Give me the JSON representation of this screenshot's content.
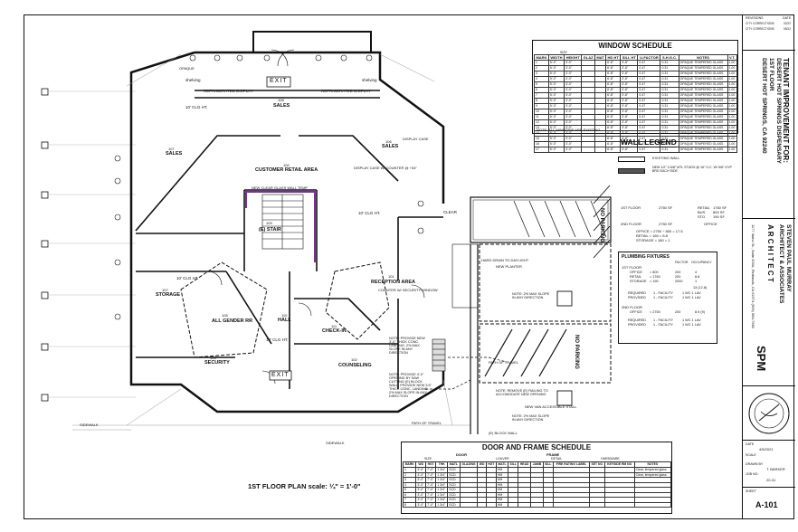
{
  "sheet": {
    "number_label": "SHEET",
    "number": "A-101",
    "plan_title": "1ST FLOOR PLAN scale: ¼\" = 1'-0\""
  },
  "titleblock": {
    "revisions_label": "REVISIONS",
    "date_label": "DATE",
    "revisions": [
      {
        "desc": "CITY CORRECTIONS",
        "date": "02/22"
      },
      {
        "desc": "CITY CORRECTIONS",
        "date": "05/22"
      }
    ],
    "project_line1": "TENANT IMPROVEMENT FOR:",
    "project_line2": "DESERT HOT SPRINGS DISPENSARY",
    "project_line3": "1ST FLOOR",
    "project_line4": "DESERT HOT SPRINGS, CA  92240",
    "architect_line1": "STEVEN PAUL MURRAY",
    "architect_line2": "ARCHITECT & ASSOCIATES",
    "architect_line3": "A R C H I T E C T",
    "architect_line4": "1177 Idaho St., Suite 200A, Redlands, CA 92374  (909) 584-7960",
    "logo_text": "SPM",
    "date_label2": "DATE",
    "date_value": "4/5/2021",
    "scale_label": "SCALE",
    "drawn_label": "DRAWN BY",
    "drawn_value": "T. BARKER",
    "job_label": "JOB NO.",
    "job_value": "20-31"
  },
  "window_schedule": {
    "title": "WINDOW SCHEDULE",
    "headers": [
      "MARK",
      "WIDTH",
      "HEIGHT",
      "GLAZ",
      "MAT",
      "HD HT",
      "SILL HT",
      "U-FACTOR",
      "S.H.G.C.",
      "NOTES",
      "V.T."
    ],
    "size_label": "SIZE",
    "note": "NOTE: ALL WINDOWS ARE EXISTING.",
    "rows": [
      [
        "1",
        "5'-0\"",
        "3'-0\"",
        "",
        "",
        "6'-8\"",
        "3'-8\"",
        "0.47",
        "0.31",
        "OPAQUE TEMPERED GLASS",
        "1.00"
      ],
      [
        "2",
        "5'-0\"",
        "3'-0\"",
        "",
        "",
        "6'-8\"",
        "3'-8\"",
        "0.47",
        "0.31",
        "OPAQUE TEMPERED GLASS",
        "1.00"
      ],
      [
        "3",
        "5'-0\"",
        "3'-0\"",
        "",
        "",
        "6'-8\"",
        "3'-8\"",
        "0.47",
        "0.31",
        "OPAQUE TEMPERED GLASS",
        "1.00"
      ],
      [
        "4",
        "5'-0\"",
        "3'-0\"",
        "",
        "",
        "6'-8\"",
        "3'-8\"",
        "0.47",
        "0.31",
        "OPAQUE TEMPERED GLASS",
        "1.00"
      ],
      [
        "5",
        "5'-0\"",
        "3'-0\"",
        "",
        "",
        "6'-8\"",
        "3'-8\"",
        "0.47",
        "0.31",
        "OPAQUE TEMPERED GLASS",
        "1.00"
      ],
      [
        "6",
        "5'-0\"",
        "3'-0\"",
        "",
        "",
        "6'-8\"",
        "3'-8\"",
        "0.47",
        "0.31",
        "OPAQUE TEMPERED GLASS",
        "1.00"
      ],
      [
        "7",
        "5'-0\"",
        "3'-0\"",
        "",
        "",
        "6'-8\"",
        "3'-8\"",
        "0.47",
        "0.31",
        "OPAQUE TEMPERED GLASS",
        "1.00"
      ],
      [
        "8",
        "5'-0\"",
        "3'-0\"",
        "",
        "",
        "6'-8\"",
        "3'-8\"",
        "0.47",
        "0.31",
        "OPAQUE TEMPERED GLASS",
        "1.00"
      ],
      [
        "9",
        "5'-0\"",
        "3'-0\"",
        "",
        "",
        "6'-8\"",
        "3'-8\"",
        "0.47",
        "0.31",
        "OPAQUE TEMPERED GLASS",
        "1.00"
      ],
      [
        "10",
        "5'-0\"",
        "3'-0\"",
        "",
        "",
        "6'-8\"",
        "3'-8\"",
        "0.47",
        "0.31",
        "OPAQUE TEMPERED GLASS",
        "1.00"
      ],
      [
        "11",
        "5'-0\"",
        "3'-0\"",
        "",
        "",
        "6'-8\"",
        "3'-8\"",
        "0.47",
        "0.31",
        "OPAQUE TEMPERED GLASS",
        "1.00"
      ],
      [
        "12",
        "5'-0\"",
        "3'-0\"",
        "",
        "",
        "6'-8\"",
        "3'-8\"",
        "0.47",
        "0.31",
        "OPAQUE TEMPERED GLASS",
        "1.00"
      ],
      [
        "13",
        "5'-0\"",
        "3'-0\"",
        "",
        "",
        "6'-8\"",
        "3'-8\"",
        "0.47",
        "0.31",
        "OPAQUE TEMPERED GLASS",
        "1.00"
      ],
      [
        "14",
        "5'-0\"",
        "3'-0\"",
        "",
        "",
        "6'-8\"",
        "3'-8\"",
        "0.47",
        "0.31",
        "OPAQUE TEMPERED GLASS",
        "1.00"
      ],
      [
        "15",
        "5'-0\"",
        "3'-0\"",
        "",
        "",
        "6'-8\"",
        "3'-8\"",
        "0.47",
        "0.31",
        "OPAQUE TEMPERED GLASS",
        "1.00"
      ],
      [
        "16",
        "5'-0\"",
        "3'-0\"",
        "",
        "",
        "6'-8\"",
        "3'-8\"",
        "0.47",
        "0.31",
        "OPAQUE TEMPERED GLASS",
        "1.00"
      ],
      [
        "17",
        "5'-0\"",
        "3'-0\"",
        "",
        "",
        "6'-8\"",
        "3'-8\"",
        "0.47",
        "0.31",
        "OPAQUE TEMPERED GLASS",
        "1.00"
      ]
    ]
  },
  "wall_legend": {
    "title": "WALL LEGEND",
    "existing": "EXISTING WALL",
    "new": "NEW 1/2\" 3-5/8\" MTL STUDS @ 16\" O.C. W/ 5/8\" GYP BRD EACH SIDE"
  },
  "occupancy": {
    "first_floor": "1ST FLOOR",
    "first_area": "2750 SF",
    "retail_label": "RETAIL",
    "retail_area": "1760 SF",
    "bus_label": "BUS.",
    "bus_area": "800 SF",
    "sto_label": "STO.",
    "sto_area": "190 SF",
    "second_floor": "2ND FLOOR",
    "second_area": "2750 SF",
    "office_label": "OFFICE",
    "calc1": "OFFICE  = 2750 ÷ 800  = 17.5",
    "calc2": "RETAIL  = 160  = 8.8",
    "calc3": "STORAGE  = 180  = 1"
  },
  "plumbing": {
    "title": "PLUMBING FIXTURES",
    "factor_label": "FACTOR",
    "occupancy_label": "OCCUPANCY",
    "first_floor": "1ST FLOOR",
    "rows1": [
      [
        "OFFICE",
        "= 800",
        "200",
        "4"
      ],
      [
        "RETAIL",
        "= 1760",
        "200",
        "8.8"
      ],
      [
        "STORAGE",
        "= 190",
        "2000",
        "1"
      ]
    ],
    "total1": "13  (12.8)",
    "required": "REQUIRED",
    "provided": "PROVIDED",
    "req1": "1 - FACILITY",
    "prov1": "1 - FACILITY",
    "second_floor": "2ND FLOOR",
    "row2": [
      "OFFICE",
      "= 2750",
      "200",
      "8.9  (9)"
    ],
    "req2": "1 - FACILITY",
    "prov2": "1 - FACILITY",
    "wc": "1 WC  1 LAV"
  },
  "door_schedule": {
    "title": "DOOR AND FRAME SCHEDULE",
    "door_label": "DOOR",
    "frame_label": "FRAME",
    "size_label": "SIZE",
    "louver_label": "LOUVER",
    "detail_label": "DETAIL",
    "hardware_label": "HARDWARE",
    "headers": [
      "MARK",
      "WD",
      "HGT",
      "THK",
      "MATL",
      "GLAZING",
      "WD",
      "HGT",
      "MATL",
      "SILL",
      "HEAD",
      "JAMB",
      "SILL",
      "FIRE RATING LABEL",
      "SET NO",
      "KEYSIDE RM NO",
      "NOTES"
    ],
    "rows": [
      [
        "1",
        "3'-0\"",
        "7'-0\"",
        "1 3/4\"",
        "SCD",
        "",
        "",
        "",
        "HM",
        "",
        "",
        "",
        "",
        "",
        "",
        "",
        "Clear, tempered glass"
      ],
      [
        "2",
        "3'-0\"",
        "7'-0\"",
        "1 3/4\"",
        "SCD",
        "",
        "",
        "",
        "HM",
        "",
        "",
        "",
        "",
        "",
        "",
        "",
        "Clear, tempered glass"
      ],
      [
        "3",
        "3'-0\"",
        "7'-0\"",
        "1 3/4\"",
        "SCD",
        "",
        "",
        "",
        "HM",
        "",
        "",
        "",
        "",
        "",
        "",
        "",
        ""
      ],
      [
        "4",
        "3'-0\"",
        "7'-0\"",
        "1 3/4\"",
        "SCD",
        "",
        "",
        "",
        "HM",
        "",
        "",
        "",
        "",
        "",
        "",
        "",
        ""
      ],
      [
        "5",
        "3'-0\"",
        "7'-0\"",
        "1 3/4\"",
        "SCD",
        "",
        "",
        "",
        "HM",
        "",
        "",
        "",
        "",
        "",
        "",
        "",
        ""
      ],
      [
        "6",
        "3'-0\"",
        "7'-0\"",
        "1 3/4\"",
        "SCD",
        "",
        "",
        "",
        "HM",
        "",
        "",
        "",
        "",
        "",
        "",
        "",
        ""
      ],
      [
        "7",
        "3'-0\"",
        "7'-0\"",
        "1 3/4\"",
        "SCD",
        "",
        "",
        "",
        "HM",
        "",
        "",
        "",
        "",
        "",
        "",
        "",
        ""
      ],
      [
        "8",
        "3'-0\"",
        "7'-0\"",
        "1 3/4\"",
        "SCD",
        "",
        "",
        "",
        "HM",
        "",
        "",
        "",
        "",
        "",
        "",
        "",
        ""
      ]
    ]
  },
  "rooms": {
    "sales_top": "SALES",
    "sales_top_no": "108",
    "sales_left": "SALES",
    "sales_left_no": "107",
    "sales_right": "SALES",
    "sales_right_no": "106",
    "customer": "CUSTOMER RETAIL AREA",
    "customer_no": "100",
    "stair": "(E) STAIR",
    "stair_no": "109",
    "storage": "STORAGE",
    "storage_no": "107",
    "allgender": "ALL GENDER RR",
    "allgender_no": "105",
    "hall": "HALL",
    "hall_no": "110",
    "reception": "RECEPTION AREA",
    "reception_no": "101",
    "checkin": "CHECK-IN",
    "checkin_no": "111",
    "security": "SECURITY",
    "security_no": "104",
    "counseling": "COUNSELING",
    "counseling_no": "102"
  },
  "notes": {
    "exit_top": "EXIT",
    "exit_bottom": "EXIT",
    "refrig1": "REFRIGERATED DISPLAY",
    "refrig2": "REFRIGERATED DISPLAY",
    "shelving1": "shelving",
    "shelving2": "shelving",
    "opaque": "OPAQUE",
    "clg10": "10' CLG HT.",
    "display_case": "DISPLAY CASE",
    "display_counter": "DISPLAY CASE W/ COUNTER @ +34\"",
    "new_clear_glass": "NEW CLEAR GLASS WALL TEMP",
    "new_planter": "NEW PLANTER",
    "hard_drain": "HARD DRAIN TO DAYLIGHT",
    "counter_security": "COUNTER W/ SECURITY WINDOW",
    "provide_ramp": "NOTE: PROVIDE NEW 3'-0\" THICK CONC. LANDING. 2% MAX SLOPE IN ANY DIRECTION",
    "provide_opening": "NOTE: PROVIDE 4'-0\" OPENING BY SAW CUTTING (E) BLOCK WALL. PROVIDE NEW 3.5\" THICK CONC. LANDING. 2% MAX SLOPE IN ANY DIRECTION",
    "path_travel1": "PATH OF TRAVEL",
    "path_travel2": "PATH OF TRAVEL",
    "remove_railing": "NOTE: REMOVE (E) RAILING TO ACCOMODATE NEW OPENING",
    "accessible_stall": "NEW VAN ACCESSIBLE STALL",
    "slope_note1": "NOTE: 2% MAX SLOPE IN ANY DIRECTION",
    "slope_note2": "NOTE: 2% MAX SLOPE IN ANY DIRECTION",
    "block_wall": "(E) BLOCK WALL",
    "sidewalk": "SIDEWALK",
    "sidewalk2": "SIDEWALK",
    "no_parking": "NO PARKING",
    "clear": "CLEAR",
    "parking_mark": "NO PARKING"
  }
}
